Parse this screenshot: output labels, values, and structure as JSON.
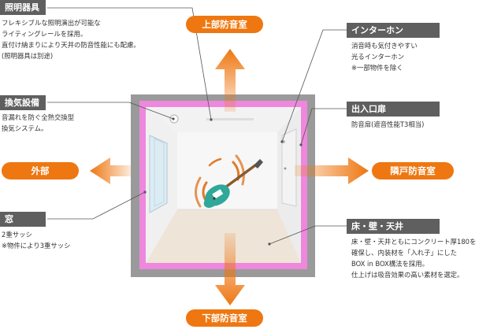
{
  "colors": {
    "accent": "#ee7711",
    "header_bg": "#5f5f5f",
    "wall_pink": "#ee88dd",
    "wall_gray": "#9a9a9a",
    "floor": "#eee4d8",
    "guitar": "#2fa89a"
  },
  "directions": {
    "top": "上部防音室",
    "bottom": "下部防音室",
    "left": "外部",
    "right": "隣戸防音室"
  },
  "callouts": {
    "lighting": {
      "title": "照明器具",
      "lines": [
        "フレキシブルな照明演出が可能な",
        "ライティングレールを採用。",
        "直付け納まりにより天井の防音性能にも配慮。",
        "(照明器具は別途)"
      ]
    },
    "ventilation": {
      "title": "換気設備",
      "lines": [
        "音漏れを防ぐ全熱交換型",
        "換気システム。"
      ]
    },
    "window": {
      "title": "窓",
      "lines": [
        "2重サッシ",
        "※物件により3重サッシ"
      ]
    },
    "intercom": {
      "title": "インターホン",
      "lines": [
        "消音時も気付きやすい",
        "光るインターホン",
        "※一部物件を除く"
      ]
    },
    "door": {
      "title": "出入口扉",
      "lines": [
        "防音扉(遮音性能T3相当)"
      ]
    },
    "structure": {
      "title": "床・壁・天井",
      "lines": [
        "床・壁・天井ともにコンクリート厚180を",
        "確保し、内装材を「入れ子」にした",
        "BOX in BOX構法を採用。",
        "仕上げは吸音効果の高い素材を選定。"
      ]
    }
  }
}
